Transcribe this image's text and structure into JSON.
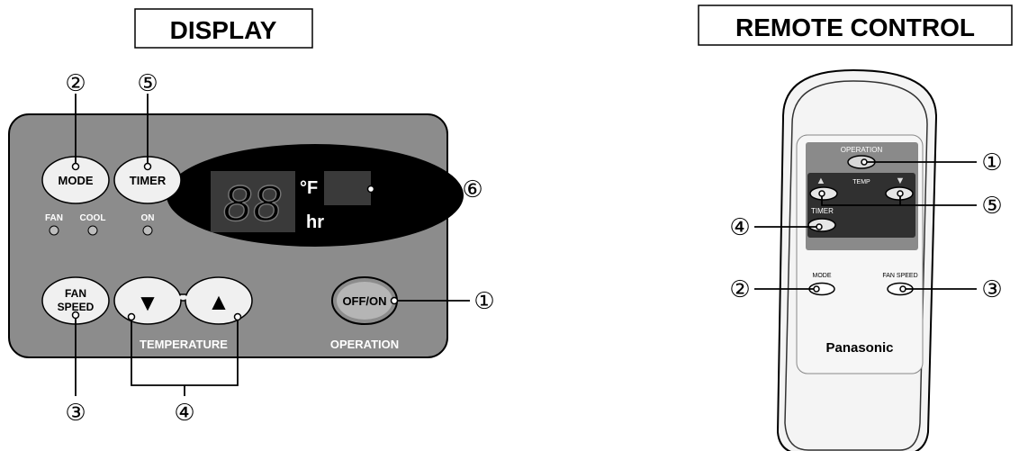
{
  "display": {
    "title": "DISPLAY",
    "buttons": {
      "mode": "MODE",
      "timer": "TIMER",
      "fan_speed_line1": "FAN",
      "fan_speed_line2": "SPEED",
      "temp_down": "▼",
      "temp_up": "▲",
      "off_on": "OFF/ON"
    },
    "indicators": {
      "fan": "FAN",
      "cool": "COOL",
      "on": "ON"
    },
    "readout": {
      "digits": "88",
      "unit_f": "°F",
      "unit_hr": "hr"
    },
    "labels": {
      "temperature": "TEMPERATURE",
      "operation": "OPERATION"
    },
    "callouts": {
      "c1": "①",
      "c2": "②",
      "c3": "③",
      "c4": "④",
      "c5": "⑤",
      "c6": "⑥"
    }
  },
  "remote": {
    "title": "REMOTE CONTROL",
    "labels": {
      "operation": "OPERATION",
      "temp": "TEMP",
      "temp_up_arrow": "▲",
      "temp_down_arrow": "▼",
      "timer": "TIMER",
      "mode": "MODE",
      "fan_speed": "FAN SPEED",
      "brand": "Panasonic"
    },
    "callouts": {
      "c1": "①",
      "c2": "②",
      "c3": "③",
      "c4": "④",
      "c5": "⑤"
    }
  },
  "colors": {
    "panel": "#8c8c8c",
    "button": "#f0f0f0",
    "display_window": "#000000",
    "digit_box": "#3a3a3a",
    "remote_body": "#f4f4f4",
    "remote_panel": "#8a8a8a",
    "remote_inner_panel": "#303030",
    "label_white": "#ffffff"
  }
}
